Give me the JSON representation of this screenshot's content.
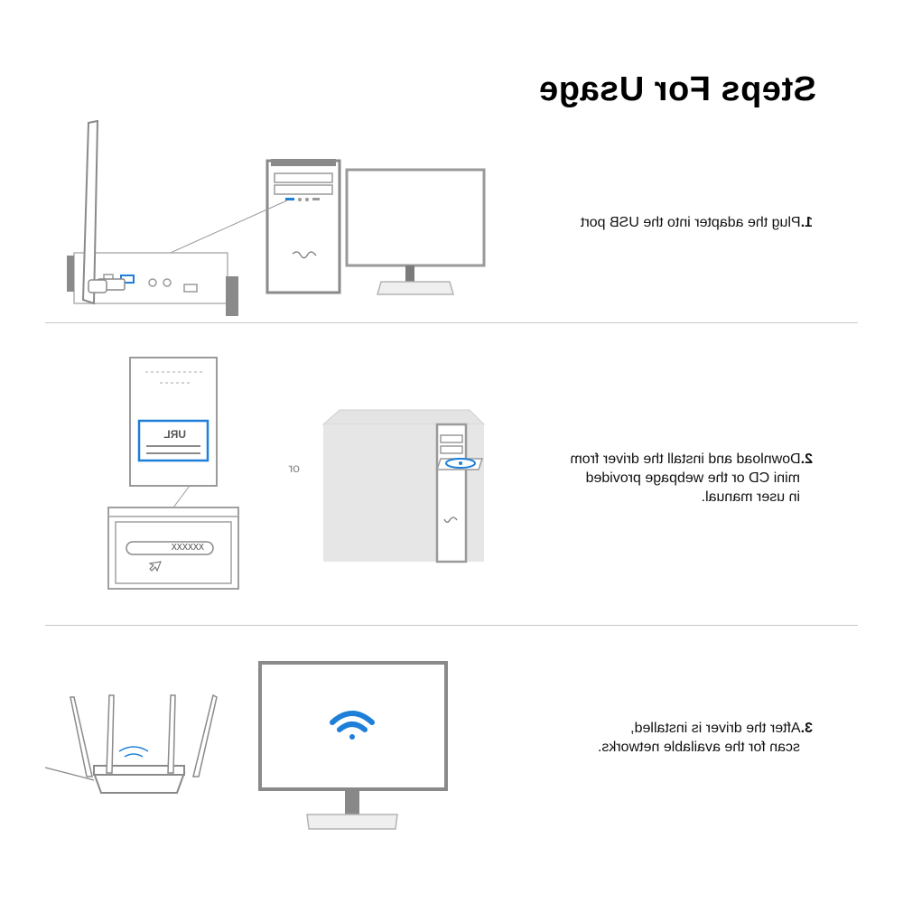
{
  "title": "Steps For Usage",
  "steps": [
    {
      "num": "1.",
      "lines": [
        "Plug the adapter into the USB port"
      ]
    },
    {
      "num": "2.",
      "lines": [
        "Download and install the driver from",
        "mini CD or the webpage provided",
        "in user manual."
      ]
    },
    {
      "num": "3.",
      "lines": [
        "After the driver is installed,",
        "scan for the available networks."
      ]
    }
  ],
  "illustrations": {
    "or_label": "or",
    "url_box_label": "URL",
    "address_bar_text": "XXXXXX",
    "accent_color": "#1e7fd8"
  }
}
